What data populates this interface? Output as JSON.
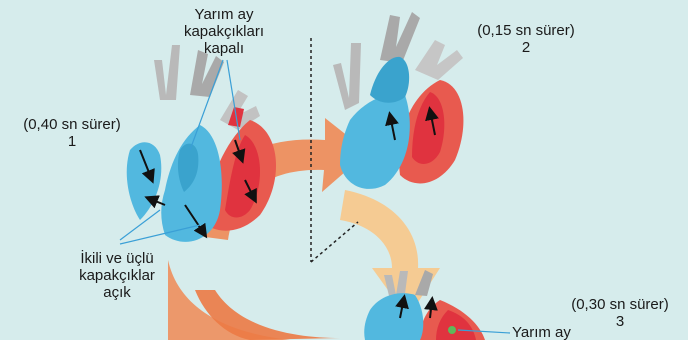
{
  "phase1": {
    "duration": "(0,40 sn sürer)",
    "number": "1"
  },
  "phase2": {
    "duration": "(0,15 sn sürer)",
    "number": "2"
  },
  "phase3": {
    "duration": "(0,30 sn sürer)",
    "number": "3"
  },
  "semilunar_closed": [
    "Yarım ay",
    "kapakçıkları",
    "kapalı"
  ],
  "av_open": [
    "İkili ve üçlü",
    "kapakçıklar",
    "açık"
  ],
  "semilunar_partial": "Yarım ay",
  "colors": {
    "background": "#d6ecec",
    "arrow_orange": "#f08a55",
    "arrow_light": "#f9cf8c",
    "deoxygenated_blue": "#52b8df",
    "oxygenated_red": "#e0333f",
    "muscle_red": "#e85a4f",
    "vessel_gray": "#b9b9b9"
  }
}
